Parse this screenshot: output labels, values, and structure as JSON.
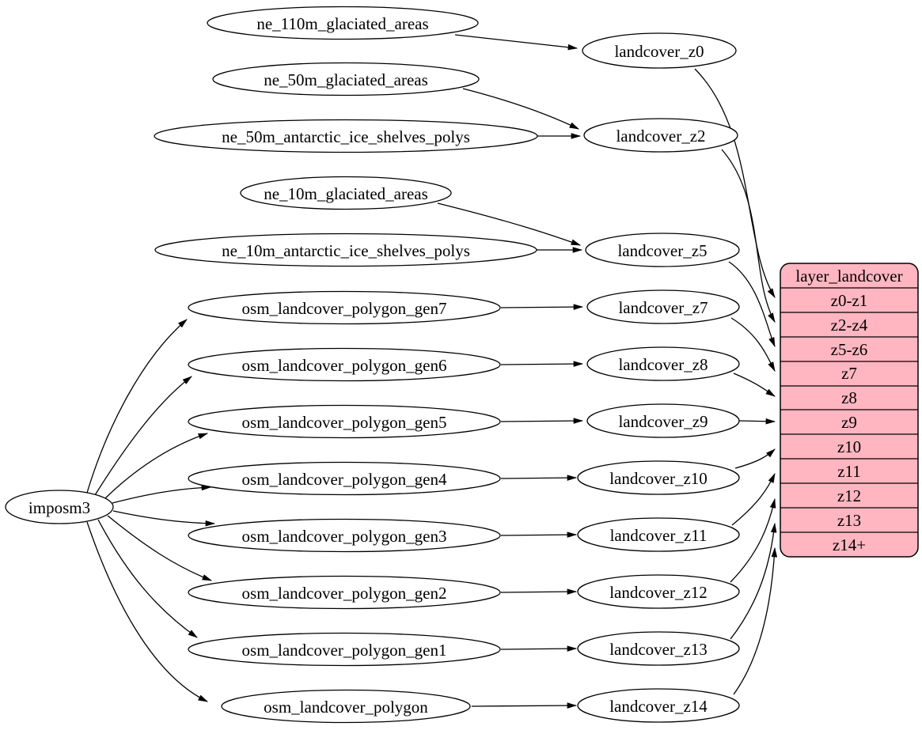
{
  "colors": {
    "background": "#ffffff",
    "node_fill": "#ffffff",
    "node_stroke": "#000000",
    "edge": "#000000",
    "record_fill": "#ffb6c1",
    "record_stroke": "#000000",
    "text": "#000000"
  },
  "nodes": {
    "imposm3": "imposm3",
    "ne_110m_glaciated_areas": "ne_110m_glaciated_areas",
    "ne_50m_glaciated_areas": "ne_50m_glaciated_areas",
    "ne_50m_antarctic_ice_shelves_polys": "ne_50m_antarctic_ice_shelves_polys",
    "ne_10m_glaciated_areas": "ne_10m_glaciated_areas",
    "ne_10m_antarctic_ice_shelves_polys": "ne_10m_antarctic_ice_shelves_polys",
    "osm_landcover_polygon_gen7": "osm_landcover_polygon_gen7",
    "osm_landcover_polygon_gen6": "osm_landcover_polygon_gen6",
    "osm_landcover_polygon_gen5": "osm_landcover_polygon_gen5",
    "osm_landcover_polygon_gen4": "osm_landcover_polygon_gen4",
    "osm_landcover_polygon_gen3": "osm_landcover_polygon_gen3",
    "osm_landcover_polygon_gen2": "osm_landcover_polygon_gen2",
    "osm_landcover_polygon_gen1": "osm_landcover_polygon_gen1",
    "osm_landcover_polygon": "osm_landcover_polygon",
    "landcover_z0": "landcover_z0",
    "landcover_z2": "landcover_z2",
    "landcover_z5": "landcover_z5",
    "landcover_z7": "landcover_z7",
    "landcover_z8": "landcover_z8",
    "landcover_z9": "landcover_z9",
    "landcover_z10": "landcover_z10",
    "landcover_z11": "landcover_z11",
    "landcover_z12": "landcover_z12",
    "landcover_z13": "landcover_z13",
    "landcover_z14": "landcover_z14"
  },
  "record": {
    "title": "layer_landcover",
    "rows": [
      "z0-z1",
      "z2-z4",
      "z5-z6",
      "z7",
      "z8",
      "z9",
      "z10",
      "z11",
      "z12",
      "z13",
      "z14+"
    ]
  },
  "edges": [
    [
      "imposm3",
      "osm_landcover_polygon_gen7"
    ],
    [
      "imposm3",
      "osm_landcover_polygon_gen6"
    ],
    [
      "imposm3",
      "osm_landcover_polygon_gen5"
    ],
    [
      "imposm3",
      "osm_landcover_polygon_gen4"
    ],
    [
      "imposm3",
      "osm_landcover_polygon_gen3"
    ],
    [
      "imposm3",
      "osm_landcover_polygon_gen2"
    ],
    [
      "imposm3",
      "osm_landcover_polygon_gen1"
    ],
    [
      "imposm3",
      "osm_landcover_polygon"
    ],
    [
      "ne_110m_glaciated_areas",
      "landcover_z0"
    ],
    [
      "ne_50m_glaciated_areas",
      "landcover_z2"
    ],
    [
      "ne_50m_antarctic_ice_shelves_polys",
      "landcover_z2"
    ],
    [
      "ne_10m_glaciated_areas",
      "landcover_z5"
    ],
    [
      "ne_10m_antarctic_ice_shelves_polys",
      "landcover_z5"
    ],
    [
      "osm_landcover_polygon_gen7",
      "landcover_z7"
    ],
    [
      "osm_landcover_polygon_gen6",
      "landcover_z8"
    ],
    [
      "osm_landcover_polygon_gen5",
      "landcover_z9"
    ],
    [
      "osm_landcover_polygon_gen4",
      "landcover_z10"
    ],
    [
      "osm_landcover_polygon_gen3",
      "landcover_z11"
    ],
    [
      "osm_landcover_polygon_gen2",
      "landcover_z12"
    ],
    [
      "osm_landcover_polygon_gen1",
      "landcover_z13"
    ],
    [
      "osm_landcover_polygon",
      "landcover_z14"
    ],
    [
      "landcover_z0",
      "layer_landcover:z0-z1"
    ],
    [
      "landcover_z2",
      "layer_landcover:z2-z4"
    ],
    [
      "landcover_z5",
      "layer_landcover:z5-z6"
    ],
    [
      "landcover_z7",
      "layer_landcover:z7"
    ],
    [
      "landcover_z8",
      "layer_landcover:z8"
    ],
    [
      "landcover_z9",
      "layer_landcover:z9"
    ],
    [
      "landcover_z10",
      "layer_landcover:z10"
    ],
    [
      "landcover_z11",
      "layer_landcover:z11"
    ],
    [
      "landcover_z12",
      "layer_landcover:z12"
    ],
    [
      "landcover_z13",
      "layer_landcover:z13"
    ],
    [
      "landcover_z14",
      "layer_landcover:z14+"
    ]
  ]
}
